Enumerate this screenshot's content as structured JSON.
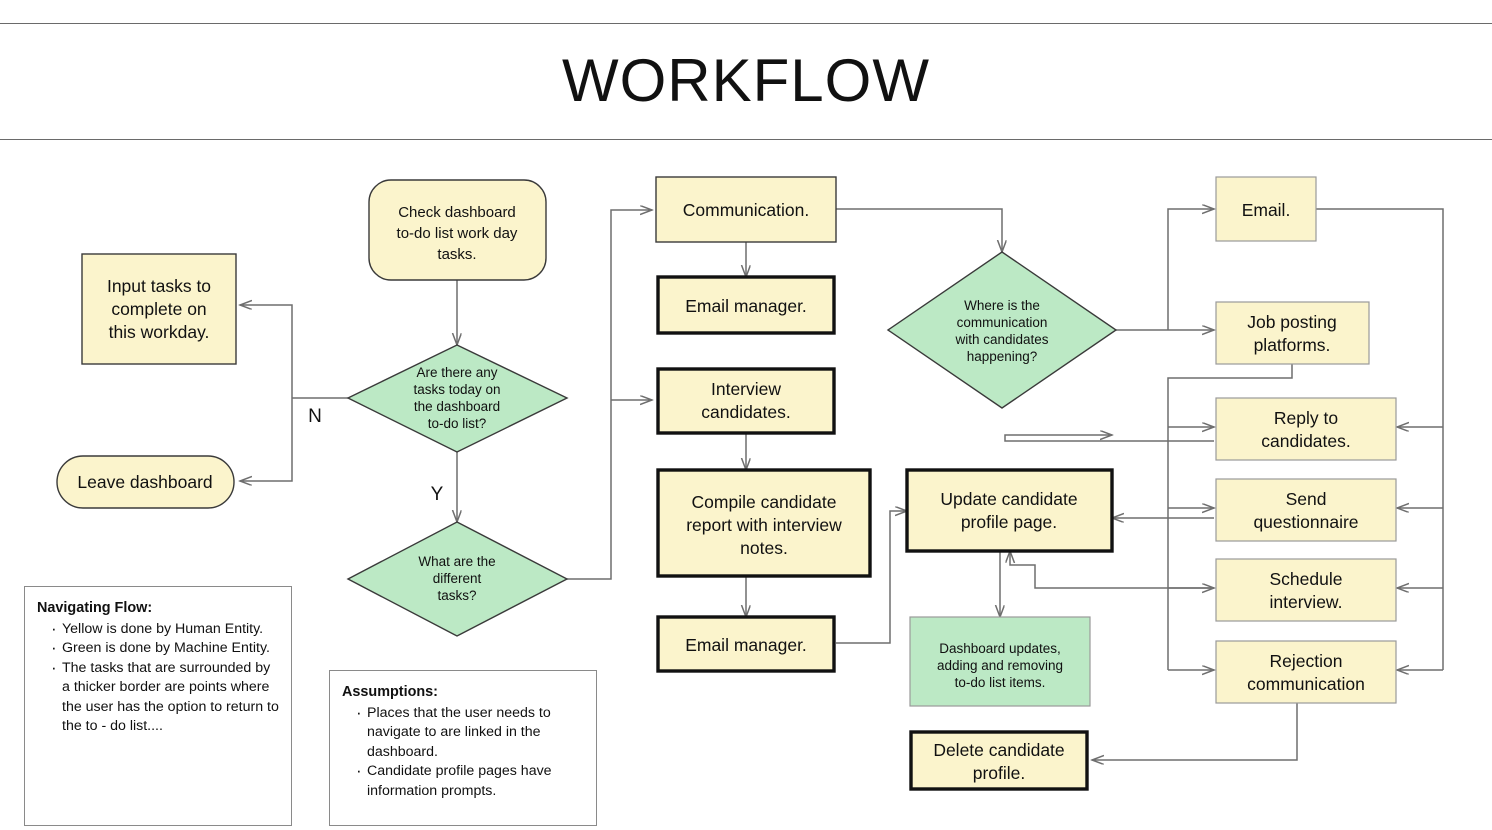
{
  "page": {
    "title": "WORKFLOW"
  },
  "colors": {
    "human_yellow": "#FBF4CC",
    "machine_green": "#BCE9C5",
    "stroke": "#3a3a3a",
    "connector": "#6e6e6e",
    "panel_border": "#8a8a8a"
  },
  "nodes": {
    "input_tasks": {
      "label": "Input tasks to complete on this workday.",
      "lines": [
        "Input tasks to",
        "complete on",
        "this workday."
      ],
      "shape": "rectangle",
      "fill": "yellow",
      "border": "thin"
    },
    "leave_dashboard": {
      "label": "Leave dashboard",
      "lines": [
        "Leave dashboard"
      ],
      "shape": "stadium",
      "fill": "yellow",
      "border": "thin"
    },
    "check_dashboard": {
      "label": "Check dashboard to-do list work day tasks.",
      "lines": [
        "Check dashboard",
        "to-do list work day",
        "tasks."
      ],
      "shape": "rounded-rectangle",
      "fill": "yellow",
      "border": "thin"
    },
    "tasks_today": {
      "label": "Are there any tasks today on the dashboard to-do list?",
      "lines": [
        "Are there any",
        "tasks today on",
        "the dashboard",
        "to-do list?"
      ],
      "shape": "diamond",
      "fill": "green",
      "border": "thin"
    },
    "different_tasks": {
      "label": "What are the different tasks?",
      "lines": [
        "What are the",
        "different",
        "tasks?"
      ],
      "shape": "diamond",
      "fill": "green",
      "border": "thin"
    },
    "communication": {
      "label": "Communication.",
      "lines": [
        "Communication."
      ],
      "shape": "rectangle",
      "fill": "yellow",
      "border": "thin"
    },
    "email_manager_top": {
      "label": "Email manager.",
      "lines": [
        "Email manager."
      ],
      "shape": "rectangle",
      "fill": "yellow",
      "border": "thick"
    },
    "interview_candidates": {
      "label": "Interview candidates.",
      "lines": [
        "Interview",
        "candidates."
      ],
      "shape": "rectangle",
      "fill": "yellow",
      "border": "thick"
    },
    "compile_report": {
      "label": "Compile candidate report with interview notes.",
      "lines": [
        "Compile candidate",
        "report with interview",
        "notes."
      ],
      "shape": "rectangle",
      "fill": "yellow",
      "border": "thick"
    },
    "email_manager_bottom": {
      "label": "Email manager.",
      "lines": [
        "Email manager."
      ],
      "shape": "rectangle",
      "fill": "yellow",
      "border": "thick"
    },
    "where_communication": {
      "label": "Where is the communication with candidates happening?",
      "lines": [
        "Where is the",
        "communication",
        "with candidates",
        "happening?"
      ],
      "shape": "diamond",
      "fill": "green",
      "border": "thin"
    },
    "update_profile": {
      "label": "Update candidate profile page.",
      "lines": [
        "Update candidate",
        "profile page."
      ],
      "shape": "rectangle",
      "fill": "yellow",
      "border": "thick"
    },
    "dashboard_updates": {
      "label": "Dashboard updates, adding and removing to-do list items.",
      "lines": [
        "Dashboard updates,",
        "adding and removing",
        "to-do list items."
      ],
      "shape": "rectangle",
      "fill": "green",
      "border": "thin"
    },
    "delete_profile": {
      "label": "Delete candidate profile.",
      "lines": [
        "Delete candidate",
        "profile."
      ],
      "shape": "rectangle",
      "fill": "yellow",
      "border": "thick"
    },
    "email": {
      "label": "Email.",
      "lines": [
        "Email."
      ],
      "shape": "rectangle",
      "fill": "yellow",
      "border": "thin"
    },
    "job_posting": {
      "label": "Job posting platforms.",
      "lines": [
        "Job posting",
        "platforms."
      ],
      "shape": "rectangle",
      "fill": "yellow",
      "border": "thin"
    },
    "reply_candidates": {
      "label": "Reply to candidates.",
      "lines": [
        "Reply to",
        "candidates."
      ],
      "shape": "rectangle",
      "fill": "yellow",
      "border": "thin"
    },
    "send_questionnaire": {
      "label": "Send questionnaire",
      "lines": [
        "Send",
        "questionnaire"
      ],
      "shape": "rectangle",
      "fill": "yellow",
      "border": "thin"
    },
    "schedule_interview": {
      "label": "Schedule interview.",
      "lines": [
        "Schedule",
        "interview."
      ],
      "shape": "rectangle",
      "fill": "yellow",
      "border": "thin"
    },
    "rejection_communication": {
      "label": "Rejection communication",
      "lines": [
        "Rejection",
        "communication"
      ],
      "shape": "rectangle",
      "fill": "yellow",
      "border": "thin"
    }
  },
  "edge_labels": {
    "no": "N",
    "yes": "Y"
  },
  "panels": {
    "navigating": {
      "title": "Navigating Flow:",
      "items": [
        "Yellow is done by Human Entity.",
        "Green is done by Machine Entity.",
        "The tasks that are surrounded by a thicker border are points where the user has the option to return to the to - do list...."
      ]
    },
    "assumptions": {
      "title": "Assumptions:",
      "items": [
        "Places that the user needs to navigate to are linked in the dashboard.",
        "Candidate profile pages have information prompts."
      ]
    }
  }
}
